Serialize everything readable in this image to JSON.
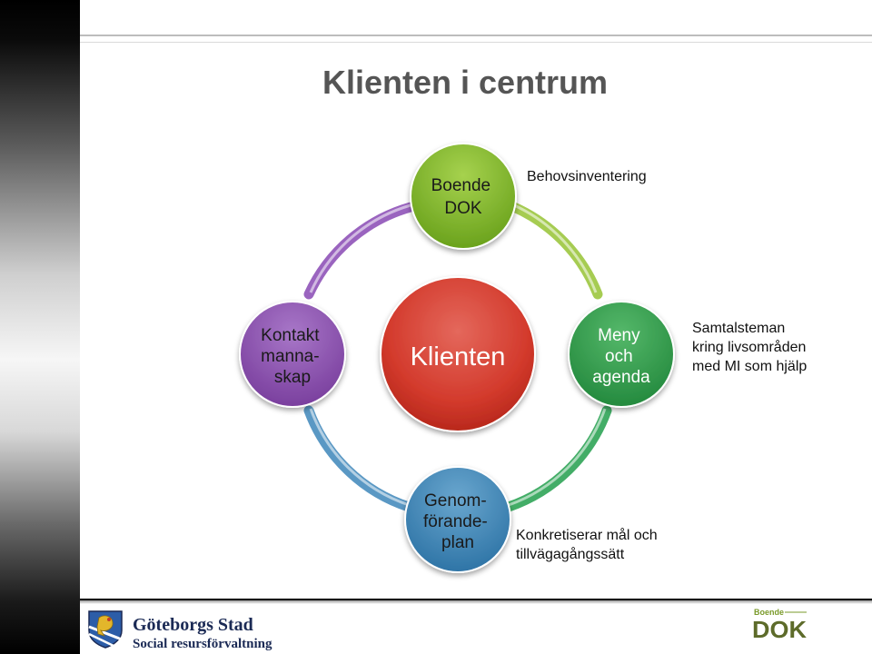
{
  "title": "Klienten i centrum",
  "center": {
    "label": "Klienten",
    "color": "#d33a2c"
  },
  "nodes": {
    "top": {
      "lines": [
        "Boende",
        "DOK"
      ],
      "color": "#7bb325"
    },
    "right": {
      "lines": [
        "Meny",
        "och",
        "agenda"
      ],
      "color": "#2f9a4a"
    },
    "bottom": {
      "lines": [
        "Genom-",
        "förande-",
        "plan"
      ],
      "color": "#3d84b4"
    },
    "left": {
      "lines": [
        "Kontakt",
        "manna-",
        "skap"
      ],
      "color": "#8b4fad"
    }
  },
  "notes": {
    "top": "Behovsinventering",
    "right": [
      "Samtalsteman",
      "kring livsområden",
      "med MI som hjälp"
    ],
    "bottom": [
      "Konkretiserar mål och",
      "tillvägagångssätt"
    ]
  },
  "footer": {
    "brand_line1": "Göteborgs Stad",
    "brand_line2": "Social resursförvaltning",
    "dok_small": "Boende",
    "dok_big": "DOK"
  }
}
